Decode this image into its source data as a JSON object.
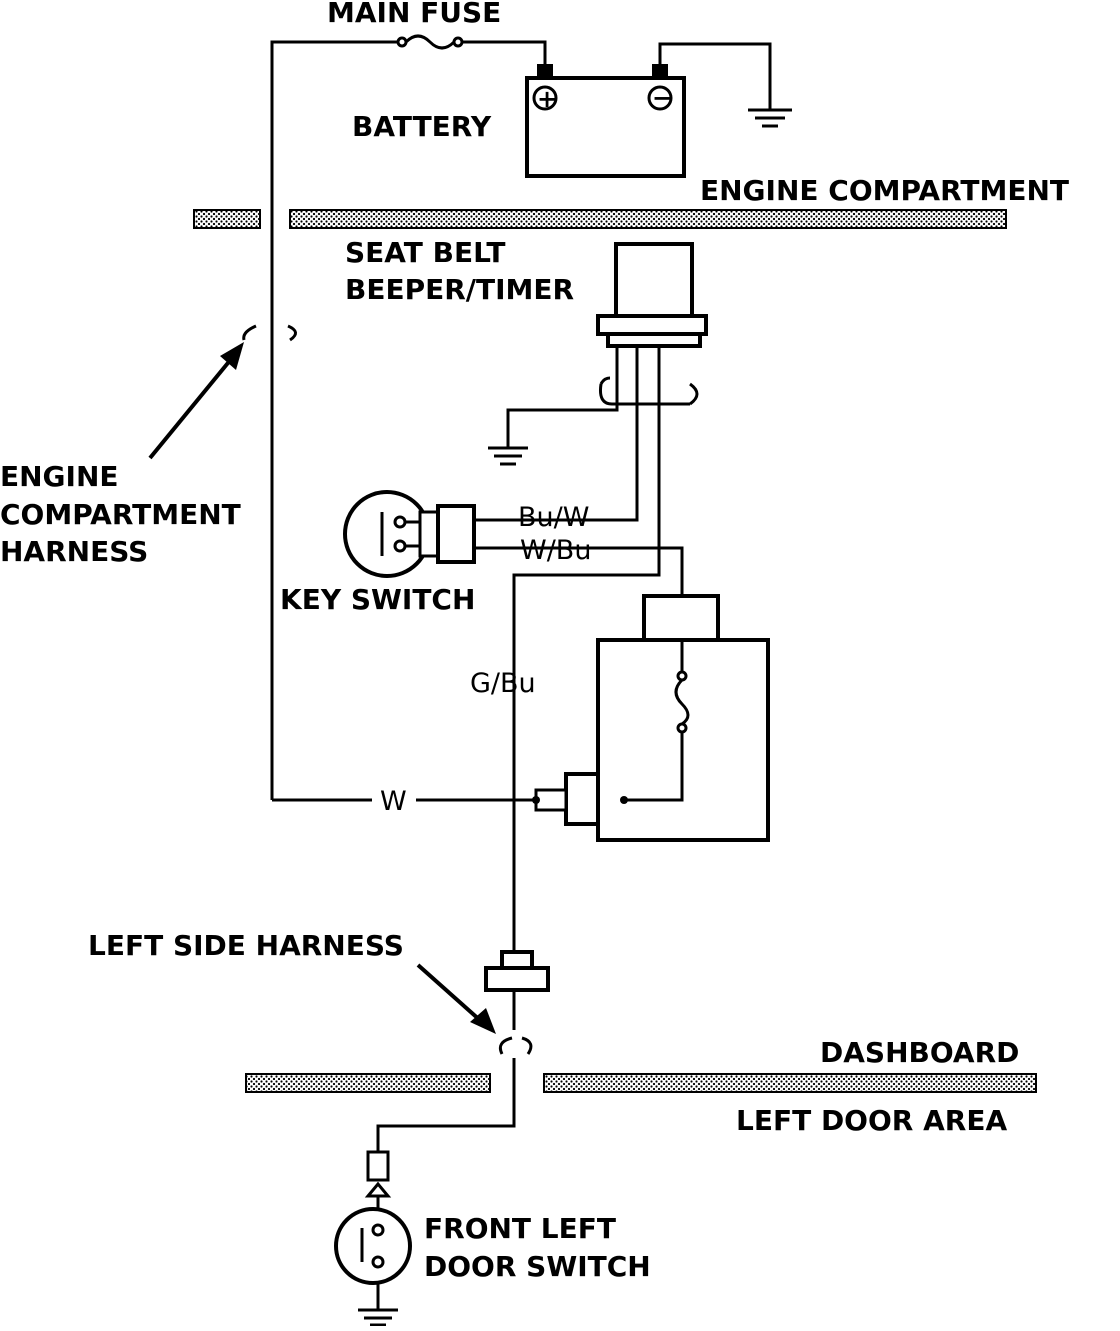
{
  "labels": {
    "main_fuse": "MAIN FUSE",
    "battery": "BATTERY",
    "engine_compartment": "ENGINE COMPARTMENT",
    "seat_belt_line1": "SEAT BELT",
    "seat_belt_line2": "BEEPER/TIMER",
    "harness_line1": "ENGINE",
    "harness_line2": "COMPARTMENT",
    "harness_line3": "HARNESS",
    "key_switch": "KEY SWITCH",
    "left_side_harness": "LEFT SIDE HARNESS",
    "dashboard": "DASHBOARD",
    "left_door_area": "LEFT DOOR AREA",
    "door_switch_line1": "FRONT LEFT",
    "door_switch_line2": "DOOR SWITCH"
  },
  "wires": {
    "bu_w": "Bu/W",
    "w_bu": "W/Bu",
    "g_bu": "G/Bu",
    "w": "W"
  },
  "symbols": {
    "battery_positive": "+",
    "battery_negative": "−"
  }
}
